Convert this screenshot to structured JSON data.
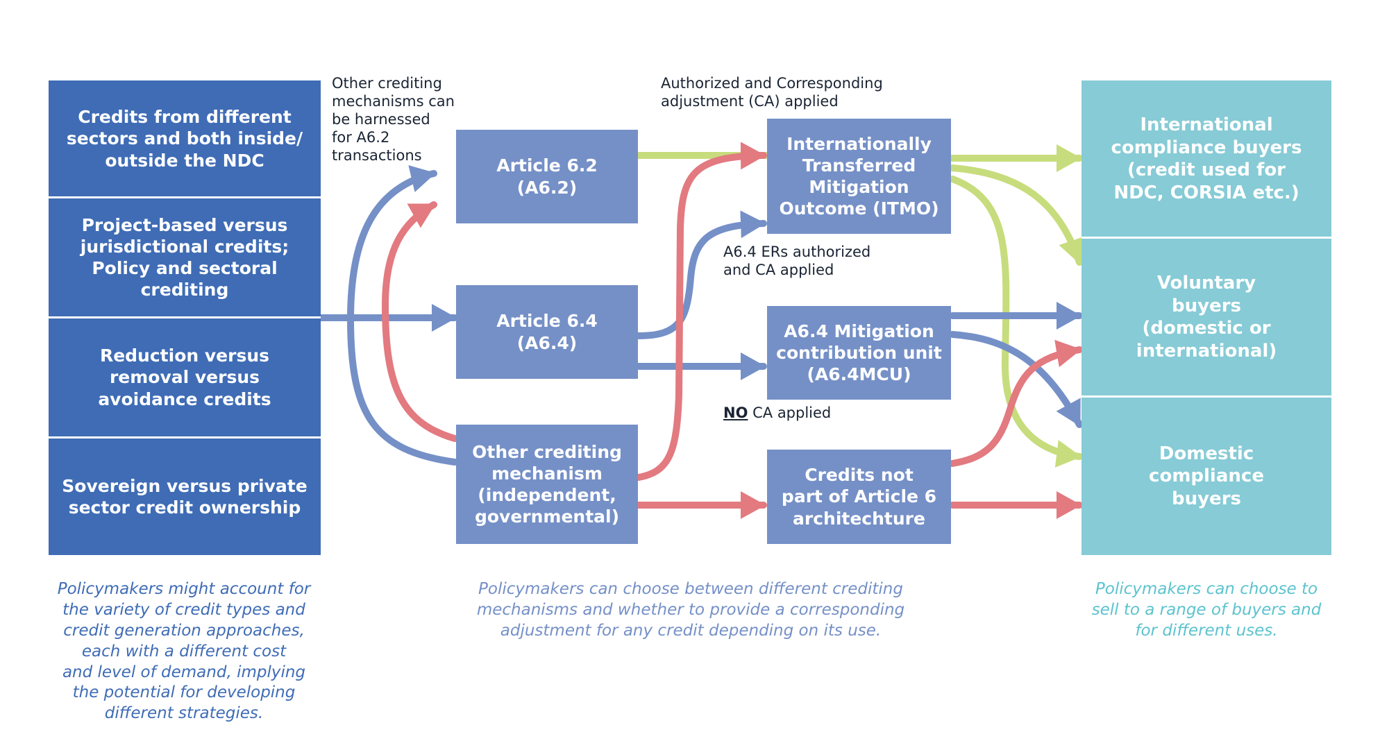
{
  "left_boxes": [
    "Credits from different\nsectors and both inside/\noutside the NDC",
    "Project-based versus\njurisdictional credits;\nPolicy and sectoral\ncrediting",
    "Reduction versus\nremoval versus\navoidance credits",
    "Sovereign versus private\nsector credit ownership"
  ],
  "mechanisms": {
    "a62": "Article 6.2\n(A6.2)",
    "a64": "Article 6.4\n(A6.4)",
    "other": "Other crediting\nmechanism\n(independent,\ngovernmental)"
  },
  "outcomes": {
    "itmo": "Internationally\nTransferred\nMitigation\nOutcome (ITMO)",
    "mcu": "A6.4 Mitigation\ncontribution unit\n(A6.4MCU)",
    "non_a6": "Credits not\npart of Article 6\narchitechture"
  },
  "buyers": [
    "International\ncompliance buyers\n(credit used for\nNDC, CORSIA etc.)",
    "Voluntary\nbuyers\n(domestic or\ninternational)",
    "Domestic\ncompliance\nbuyers"
  ],
  "notes": {
    "other_mechanisms": "Other crediting\nmechanisms can\nbe harnessed\nfor A6.2\ntransactions",
    "authorized_ca": "Authorized and Corresponding\nadjustment (CA) applied",
    "a64_authorized": "A6.4 ERs authorized\nand CA applied",
    "no_ca_prefix": "NO",
    "no_ca_suffix": " CA applied"
  },
  "captions": {
    "left": "Policymakers might account for\nthe variety of credit types and\ncredit generation approaches,\neach with a different cost\nand level of demand, implying\nthe potential for developing\ndifferent strategies.",
    "middle": "Policymakers can choose between different crediting\nmechanisms and whether to provide a corresponding\nadjustment for any credit depending on its use.",
    "right": "Policymakers can choose to\nsell to a range of buyers and\nfor different uses."
  },
  "colors": {
    "left_blue": "#3f6cb5",
    "mid_blue": "#7590c7",
    "teal": "#86cbd6",
    "arrow_blue": "#7590c7",
    "arrow_red": "#e27a80",
    "arrow_green": "#c7dc7c"
  }
}
